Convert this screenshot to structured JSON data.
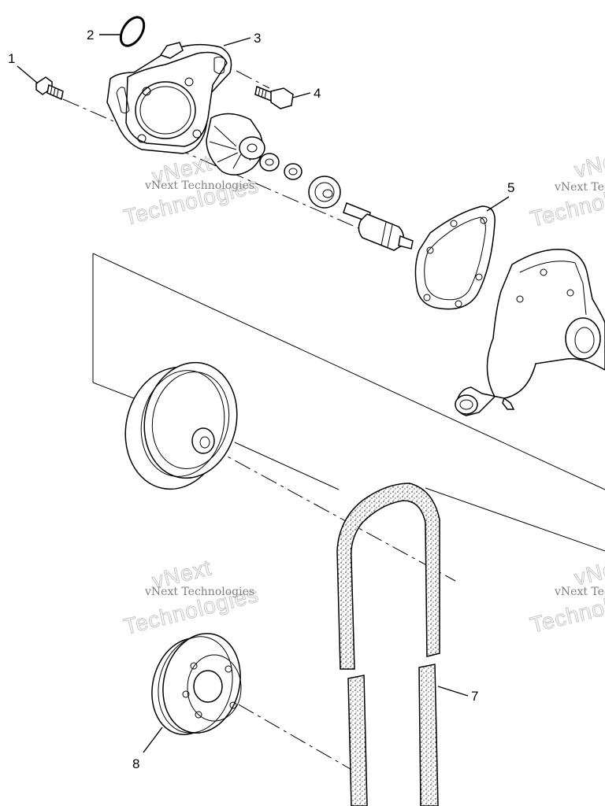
{
  "callouts": [
    "1",
    "2",
    "3",
    "4",
    "5",
    "7",
    "8"
  ],
  "watermark": {
    "line1": "vNext Technologies",
    "line2": "vNext",
    "line3": "Technologies"
  }
}
